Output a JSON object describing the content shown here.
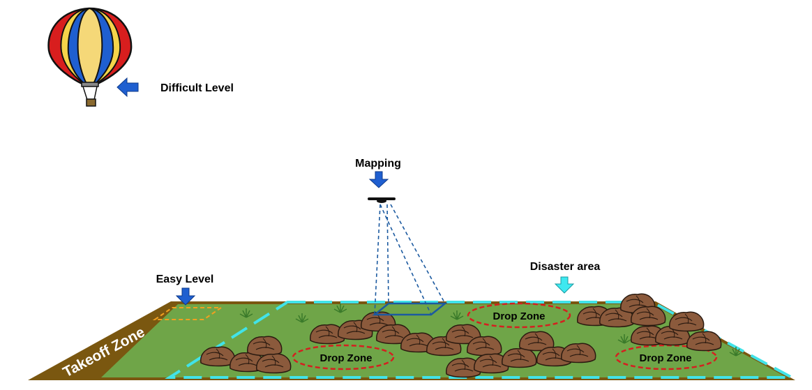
{
  "labels": {
    "difficult_level": "Difficult Level",
    "mapping": "Mapping",
    "easy_level": "Easy Level",
    "disaster_area": "Disaster area",
    "takeoff_zone": "Takeoff Zone"
  },
  "drop_zones": [
    "Drop Zone",
    "Drop Zone",
    "Drop Zone"
  ],
  "icons": [
    "hot-air-balloon-icon",
    "drone-icon",
    "arrow-icon",
    "rock-cluster-icon",
    "grass-tuft-icon"
  ],
  "colors": {
    "field_green": "#6fa548",
    "border_brown": "#7a5710",
    "disaster_cyan": "#41e3e8",
    "drop_zone_red": "#d42020",
    "easy_orange": "#f0a020",
    "arrow_blue": "#1f5fd0",
    "arrow_cyan": "#3ee8f0",
    "rock_brown": "#8b5a3c",
    "camera_blue": "#1c5aa0"
  }
}
